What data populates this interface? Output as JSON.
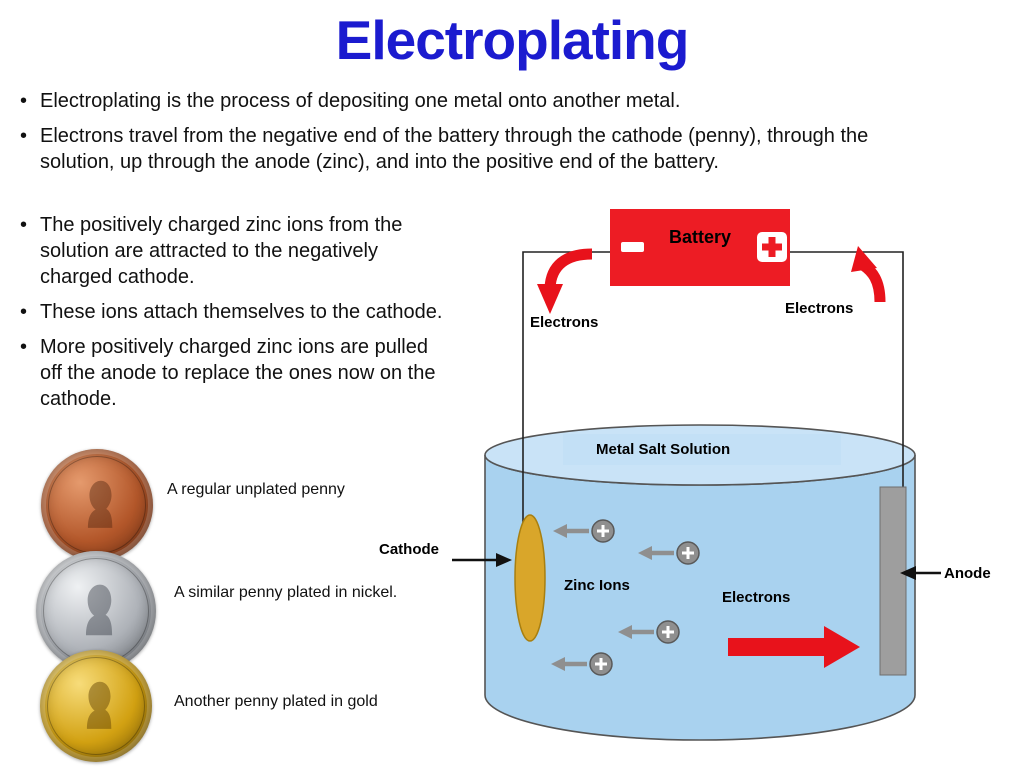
{
  "title": "Electroplating",
  "bullets_top": [
    "Electroplating is the process of depositing one metal onto another metal.",
    "Electrons travel from the negative end of the battery through the cathode (penny), through the solution, up through the anode (zinc), and into the positive end of the battery."
  ],
  "bullets_left": [
    "The positively charged zinc ions from the solution are attracted to the negatively charged cathode.",
    "These ions attach themselves to the cathode.",
    "More positively charged zinc ions are pulled off the anode to replace the ones now on the cathode."
  ],
  "pennies": [
    {
      "name": "regular-copper-penny",
      "caption": "A regular unplated penny"
    },
    {
      "name": "nickel-plated-penny",
      "caption": "A similar penny plated in nickel."
    },
    {
      "name": "gold-plated-penny",
      "caption": "Another penny plated in gold"
    }
  ],
  "diagram": {
    "battery_label": "Battery",
    "battery_minus_symbol": "-",
    "battery_plus_symbol": "+",
    "electrons_top_left_label": "Electrons",
    "electrons_top_right_label": "Electrons",
    "solution_label": "Metal Salt Solution",
    "cathode_label": "Cathode",
    "zinc_ions_label": "Zinc Ions",
    "electrons_bottom_label": "Electrons",
    "anode_label": "Anode",
    "zinc_ion_count": 4,
    "ion_charge_symbol": "+"
  },
  "colors": {
    "title_blue": "#1b1bcf",
    "battery_red": "#ed1c24",
    "arrow_red": "#e8121b",
    "solution_blue": "#a9d2ef",
    "solution_top_blue": "#c9e3f7",
    "solution_label_bg": "#c3e0f6",
    "cathode_gold": "#d9a62a",
    "anode_gray": "#9e9e9e",
    "ion_gray": "#8f8f8f",
    "coin_copper": "#b3572a",
    "coin_nickel": "#aeb2b8",
    "coin_gold": "#d2a112"
  }
}
